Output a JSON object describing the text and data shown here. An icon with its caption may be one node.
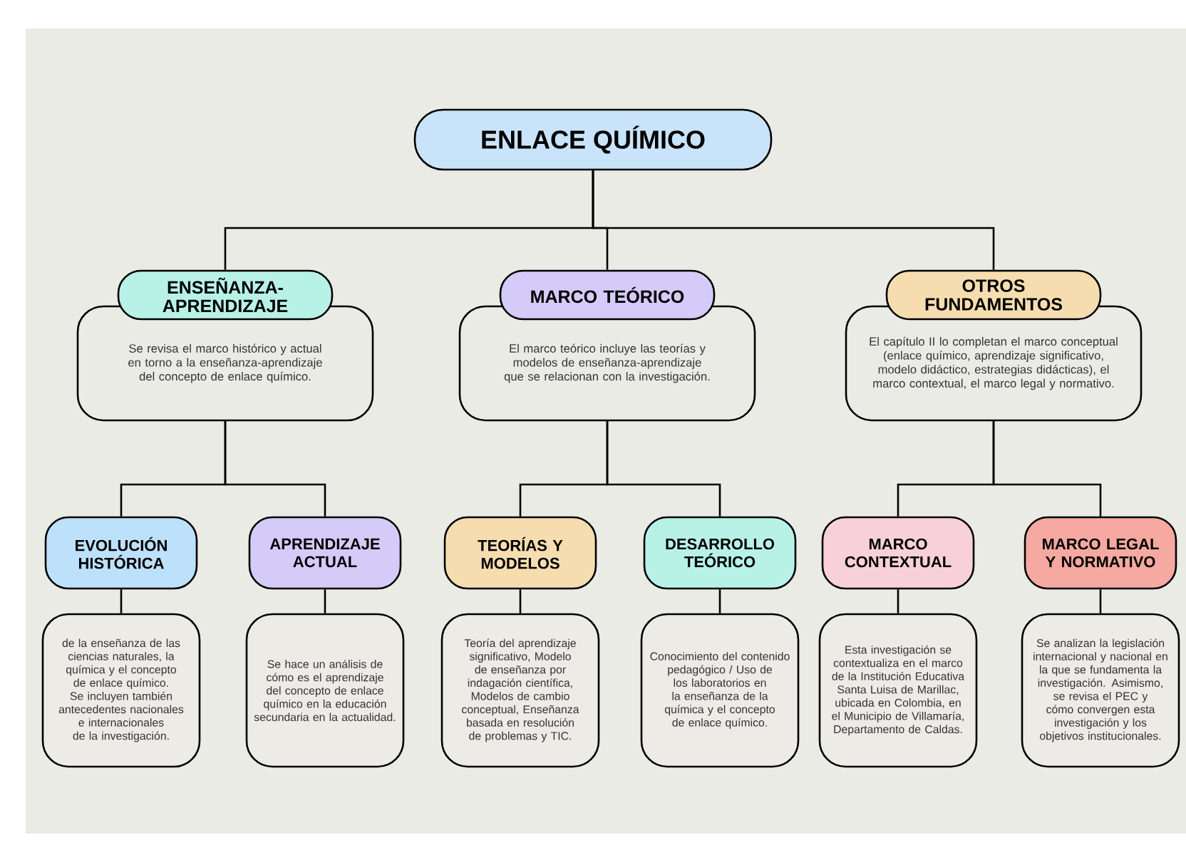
{
  "diagram": {
    "nodes": [
      {
        "text": [
          "ENLACE QUÍMICO"
        ]
      },
      {
        "text": [
          "ENSEÑANZA-APRENDIZAJE",
          "Se revisa el marco histórico y actual en torno a la enseñanza-aprendizaje del concepto de enlace químico."
        ]
      },
      {
        "text": [
          "MARCO TEÓRICO",
          "El marco teórico incluye las teorías y modelos de enseñanza-aprendizaje que se relacionan con la investigación."
        ]
      },
      {
        "text": [
          "OTROS FUNDAMENTOS",
          "El capítulo II lo completan el marco conceptual (enlace químico, aprendizaje significativo, modelo didáctico, estrategias didácticas), el marco contextual, el marco legal y normativo."
        ]
      },
      {
        "text": [
          "EVOLUCIÓN HISTÓRICA"
        ]
      },
      {
        "text": [
          "de la enseñanza de las ciencias naturales, la química y el concepto de enlace químico. Se incluyen también antecedentes nacionales e internacionales de la investigación."
        ]
      },
      {
        "text": [
          "APRENDIZAJE ACTUAL"
        ]
      },
      {
        "text": [
          "Se hace un análisis de cómo es el aprendizaje del concepto de enlace químico en la educación secundaria en la actualidad."
        ]
      },
      {
        "text": [
          "TEORÍAS Y MODELOS"
        ]
      },
      {
        "text": [
          "Teoría del aprendizaje significativo, Modelo de enseñanza por indagación científica, Modelos de cambio conceptual, Enseñanza basada en resolución de problemas y TIC."
        ]
      },
      {
        "text": [
          "DESARROLLO TEÓRICO"
        ]
      },
      {
        "text": [
          "Conocimiento del contenido pedagógico / Uso de los laboratorios en la enseñanza de la química y el concepto de enlace químico."
        ]
      },
      {
        "text": [
          "MARCO CONTEXTUAL"
        ]
      },
      {
        "text": [
          "Esta investigación se contextualiza en el marco de la Institución Educativa Santa Luisa de Marillac, ubicada en Colombia, en el Municipio de Villamaría, Departamento de Caldas."
        ]
      },
      {
        "text": [
          "MARCO LEGAL Y NORMATIVO"
        ]
      },
      {
        "text": [
          "Se analizan la legislación internacional y nacional en la que se fundamenta la investigación. Asimismo, se revisa el PEC y cómo convergen esta investigación y los objetivos institucionales."
        ]
      }
    ],
    "edges": [
      {
        "from": 0,
        "to": 1,
        "arrow": "none"
      },
      {
        "from": 0,
        "to": 2,
        "arrow": "none"
      },
      {
        "from": 0,
        "to": 3,
        "arrow": "none"
      },
      {
        "from": 1,
        "to": 4,
        "arrow": "none"
      },
      {
        "from": 1,
        "to": 6,
        "arrow": "none"
      },
      {
        "from": 2,
        "to": 8,
        "arrow": "none"
      },
      {
        "from": 2,
        "to": 10,
        "arrow": "none"
      },
      {
        "from": 3,
        "to": 12,
        "arrow": "none"
      },
      {
        "from": 3,
        "to": 14,
        "arrow": "none"
      },
      {
        "from": 4,
        "to": 5,
        "arrow": "none"
      },
      {
        "from": 6,
        "to": 7,
        "arrow": "none"
      },
      {
        "from": 8,
        "to": 9,
        "arrow": "none"
      },
      {
        "from": 10,
        "to": 11,
        "arrow": "none"
      },
      {
        "from": 12,
        "to": 13,
        "arrow": "none"
      },
      {
        "from": 14,
        "to": 15,
        "arrow": "none"
      }
    ]
  }
}
